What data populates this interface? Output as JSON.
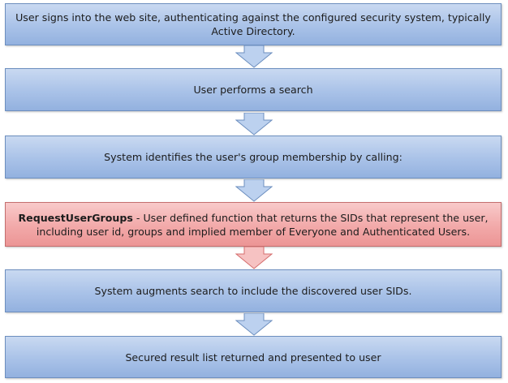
{
  "steps": [
    {
      "text": "User signs into the web site, authenticating against the configured security system, typically Active Directory."
    },
    {
      "text": "User performs a search"
    },
    {
      "text": "System identifies the user's group membership by calling:"
    },
    {
      "keyword": "RequestUserGroups",
      "text": " - User defined function that returns the SIDs that represent the user, including user id, groups and implied member of Everyone and Authenticated Users."
    },
    {
      "text": "System augments search to include the discovered user SIDs."
    },
    {
      "text": "Secured result list returned and presented to user"
    }
  ],
  "colors": {
    "box_fill": "#a9c2e8",
    "box_border": "#6d8fbf",
    "highlight_fill": "#f2a9a9",
    "highlight_border": "#c46e6e",
    "arrow_fill": "#bcd1ef",
    "arrow_border": "#6d8fbf",
    "highlight_arrow_fill": "#f6c2c2",
    "highlight_arrow_border": "#d56e6e"
  }
}
